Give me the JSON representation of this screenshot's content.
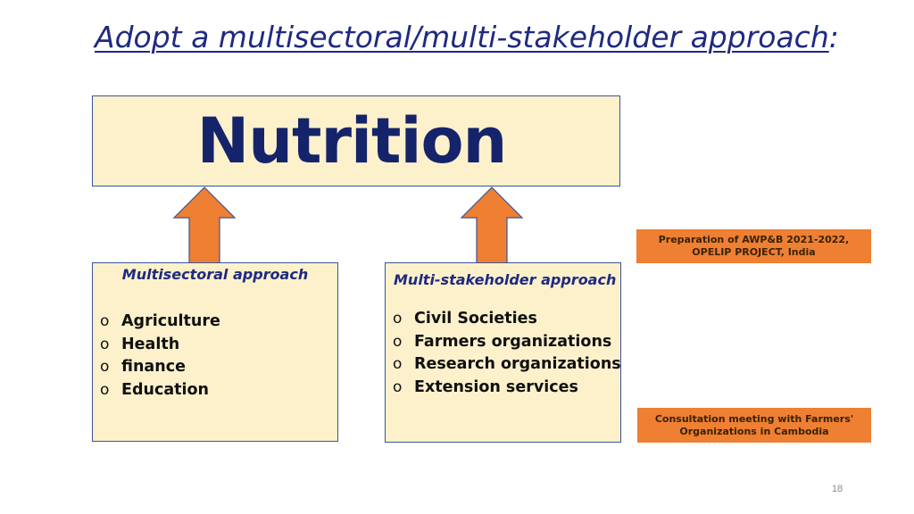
{
  "title": {
    "main": "Adopt a multisectoral/multi-stakeholder approach",
    "suffix": ":"
  },
  "center": {
    "label": "Nutrition"
  },
  "multisectoral": {
    "title": "Multisectoral approach",
    "items": [
      {
        "bullet": "o",
        "label": "Agriculture"
      },
      {
        "bullet": "o",
        "label": "Health"
      },
      {
        "bullet": "o",
        "label": "finance"
      },
      {
        "bullet": "o",
        "label": "Education"
      }
    ]
  },
  "multistakeholder": {
    "title": "Multi-stakeholder approach",
    "items": [
      {
        "bullet": "o",
        "label": "Civil Societies"
      },
      {
        "bullet": "o",
        "label": "Farmers organizations"
      },
      {
        "bullet": "o",
        "label": "Research organizations"
      },
      {
        "bullet": "o",
        "label": "Extension services"
      }
    ]
  },
  "captions": {
    "top": {
      "line1": "Preparation of AWP&B 2021-2022,",
      "line2": "OPELIP PROJECT, India"
    },
    "bottom": {
      "line1": "Consultation meeting with Farmers'",
      "line2": "Organizations in Cambodia"
    }
  },
  "page_number": "18",
  "colors": {
    "title": "#1f2a80",
    "nutrition_text": "#15246a",
    "box_fill": "#fdf1cc",
    "box_border": "#3b5496",
    "arrow_fill": "#ee7f33",
    "arrow_stroke": "#3b5496",
    "caption_fill": "#ee7f33"
  }
}
